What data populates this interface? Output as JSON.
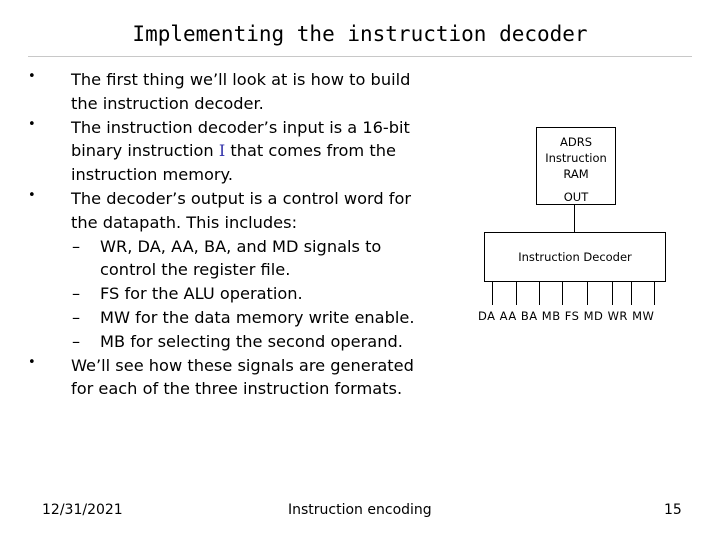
{
  "title": "Implementing the instruction decoder",
  "bullets": [
    {
      "text_lines": [
        "The first thing we’ll look at is how to build",
        "the instruction decoder."
      ]
    },
    {
      "line1": "The instruction decoder’s input is a 16-bit",
      "line2_pre": "binary instruction ",
      "line2_reg": "I",
      "line2_post": " that comes from the",
      "line3": "instruction memory."
    },
    {
      "text_lines": [
        "The decoder’s output is a control word for",
        "the datapath. This includes:"
      ],
      "subitems": [
        [
          "WR, DA, AA, BA, and MD signals to",
          "control the register file."
        ],
        [
          "FS for the ALU operation."
        ],
        [
          "MW for the data memory write enable."
        ],
        [
          "MB for selecting the second operand."
        ]
      ]
    },
    {
      "text_lines": [
        "We’ll see how these signals are generated",
        "for each of the three instruction formats."
      ]
    }
  ],
  "bullet_glyph": "•",
  "dash_glyph": "–",
  "diagram": {
    "ram": {
      "line1": "ADRS",
      "line2": "Instruction",
      "line3": "RAM",
      "out": "OUT"
    },
    "decoder_label": "Instruction Decoder",
    "signal_labels": "DA  AA  BA  MB  FS  MD WR MW"
  },
  "footer": {
    "date": "12/31/2021",
    "center": "Instruction encoding",
    "page": "15"
  }
}
